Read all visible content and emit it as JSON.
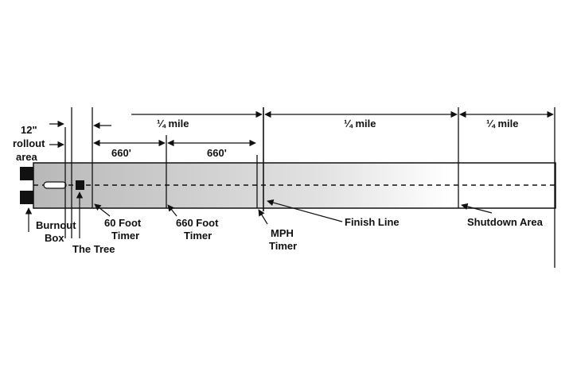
{
  "labels": {
    "rollout_line1": "12\"",
    "rollout_line2": "rollout",
    "rollout_line3": "area",
    "quarter_mile": "¼ mile",
    "eighth_mile_a": "¼ mile",
    "eighth_mile_b": "¼ mile",
    "dist_660_a": "660'",
    "dist_660_b": "660'",
    "burnout_line1": "Burnout",
    "burnout_line2": "Box",
    "tree": "The Tree",
    "sixty_line1": "60 Foot",
    "sixty_line2": "Timer",
    "six60_line1": "660 Foot",
    "six60_line2": "Timer",
    "mph_line1": "MPH",
    "mph_line2": "Timer",
    "finish": "Finish Line",
    "shutdown": "Shutdown Area"
  },
  "colors": {
    "ink": "#111111",
    "track_dark": "#bdbdbd",
    "track_light": "#ffffff"
  }
}
